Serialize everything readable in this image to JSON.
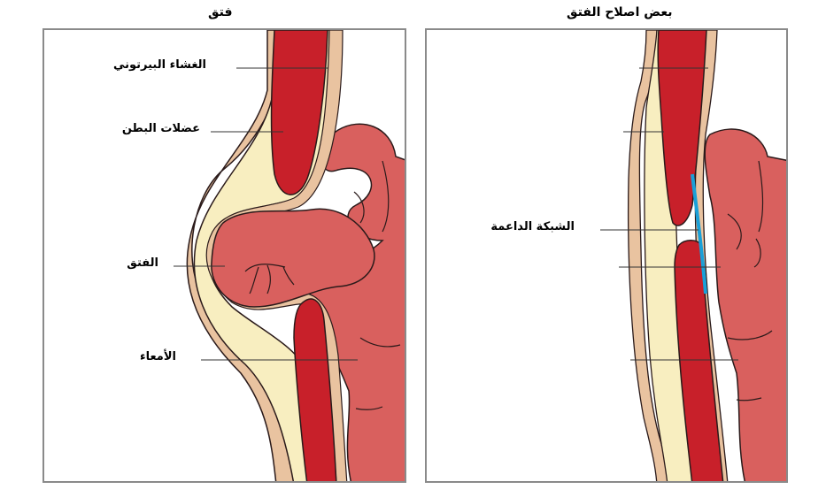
{
  "left_panel": {
    "title": "فتق",
    "labels": {
      "peritoneum": "الغشاء البيرتوني",
      "abdominal_muscles": "عضلات البطن",
      "hernia": "الفتق",
      "intestines": "الأمعاء"
    }
  },
  "right_panel": {
    "title": "بعض اصلاح الفتق",
    "labels": {
      "support_mesh": "الشبكة الداعمة"
    }
  },
  "colors": {
    "muscle": "#c8202a",
    "intestine": "#d9605e",
    "peritoneum": "#e9c3a0",
    "fat": "#f8eec0",
    "mesh": "#1aa0d8",
    "outline": "#2a1a1a",
    "frame": "#8a8a8a"
  }
}
